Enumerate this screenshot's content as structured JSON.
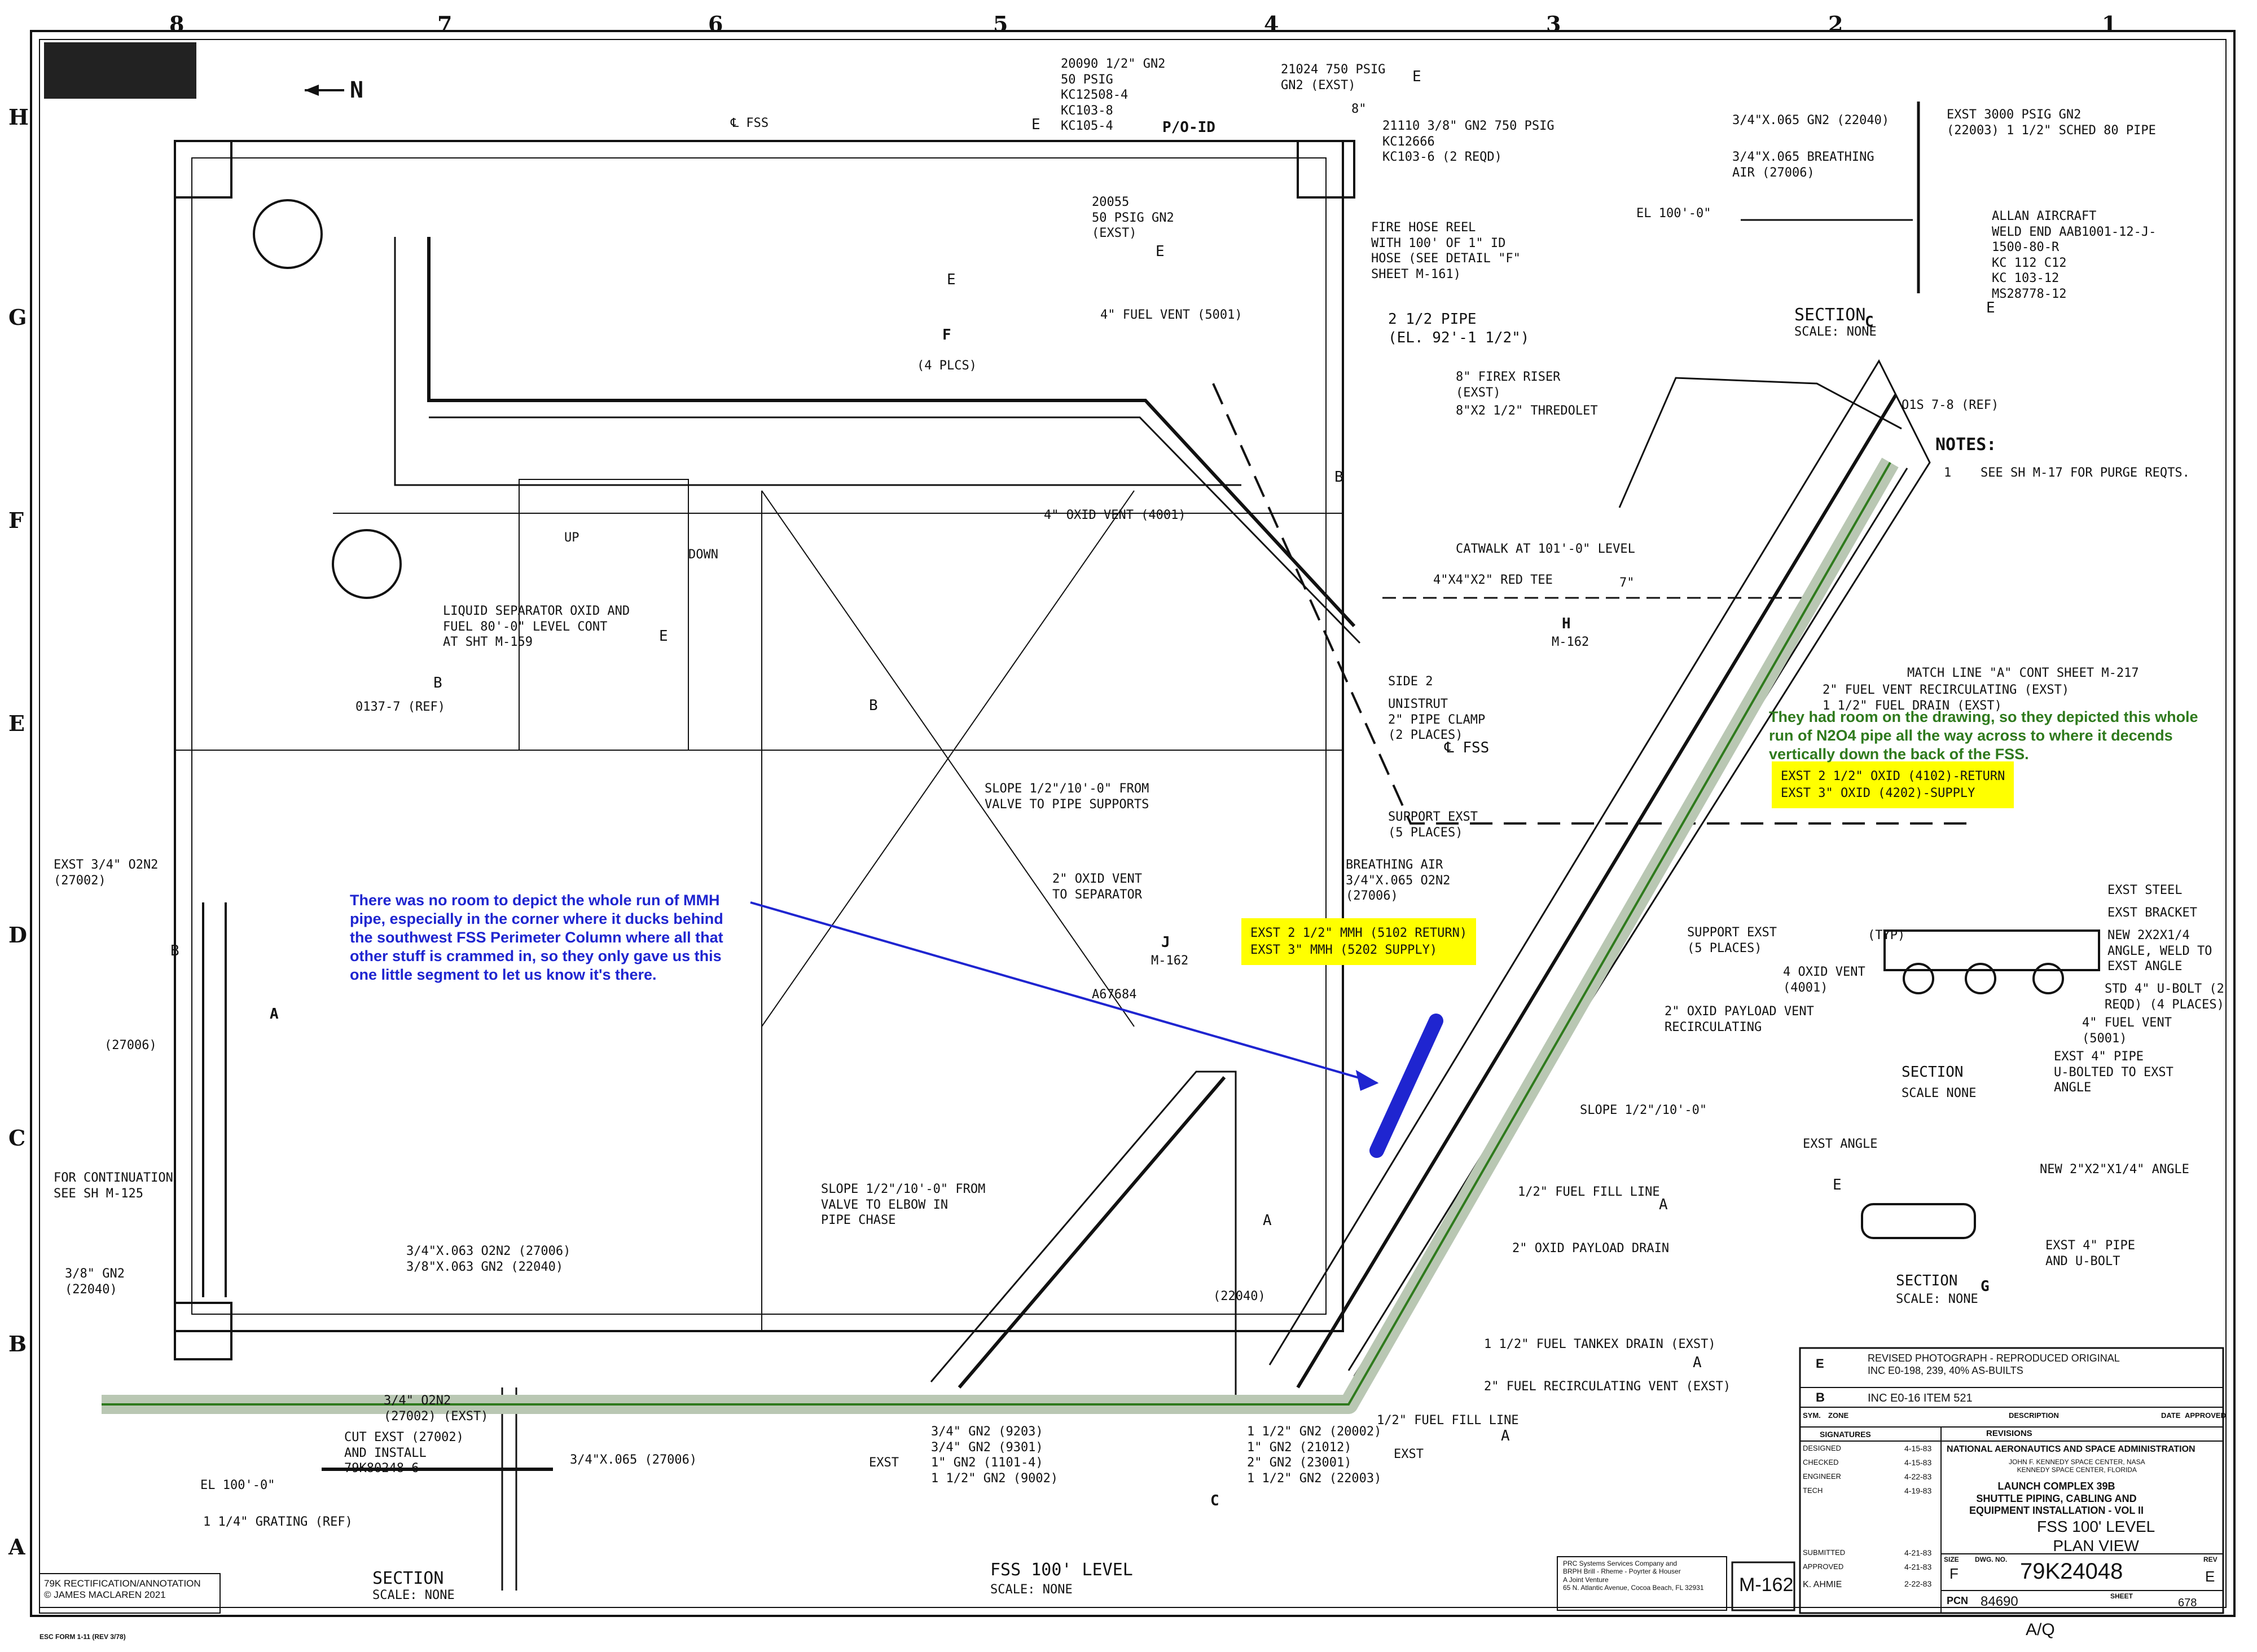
{
  "margin_marks": {
    "columns": [
      "8",
      "7",
      "6",
      "5",
      "4",
      "3",
      "2",
      "1"
    ],
    "rows": [
      "H",
      "G",
      "F",
      "E",
      "D",
      "C",
      "B",
      "A"
    ]
  },
  "north_label": "N",
  "notes_heading": "NOTES:",
  "note_1": "SEE SH M-17 FOR PURGE REQTS.",
  "note_1_marker": "1",
  "yellow_box_mmh": "EXST 2 1/2\" MMH (5102 RETURN)\nEXST 3\" MMH (5202 SUPPLY)",
  "yellow_box_oxid": "EXST 2 1/2\" OXID (4102)-RETURN\nEXST 3\" OXID (4202)-SUPPLY",
  "annotation_blue": "There was no room to depict the whole run of MMH pipe, especially in the corner where it ducks behind the southwest FSS Perimeter Column where all that other stuff is crammed in, so they only gave us this one little segment to let us know it's there.",
  "annotation_green": "They had room on the drawing, so they depicted this whole run of N2O4 pipe all the way across to where it decends vertically down the back of the FSS.",
  "labels": {
    "fss_cl_top": "℄ FSS",
    "fss_cl_mid": "℄ FSS",
    "fuel_vent": "4\" FUEL VENT (5001)",
    "oxid_vent": "4\" OXID VENT (4001)",
    "pipe_2_half": "2 1/2 PIPE\n(EL. 92'-1 1/2\")",
    "firex_riser": "8\" FIREX RISER\n(EXST)",
    "thredolet": "8\"x2 1/2\" THREDOLET",
    "fire_hose": "FIRE HOSE REEL\nWITH 100' OF 1\" ID\nHOSE (SEE DETAIL \"F\"\nSHEET M-161)",
    "gn2_20090": "20090 1/2\" GN2\n50 PSIG\nKC12508-4\nKC103-8\nKC105-4",
    "gn2_21024": "21024 750 PSIG\nGN2 (EXST)",
    "gn2_21110": "21110 3/8\" GN2 750 PSIG\nKC12666\nKC103-6 (2 REQD)",
    "gn2_20055": "20055\n50 PSIG GN2\n(EXST)",
    "p_o_id": "P/O-ID",
    "catwalk": "CATWALK AT 101'-0\" LEVEL",
    "red_tee": "4\"x4\"x2\" RED TEE",
    "liquid_sep": "LIQUID SEPARATOR OXID AND\nFUEL 80'-0\" LEVEL CONT\nAT SHT M-159",
    "ref_0137": "0137-7 (REF)",
    "side_2": "SIDE 2",
    "unistrut": "UNISTRUT\n2\" PIPE CLAMP\n(2 PLACES)",
    "slope_valve": "SLOPE 1/2\"/10'-0\" FROM\nVALVE TO PIPE SUPPORTS",
    "oxid_vent_sep": "2\" OXID VENT\nTO SEPARATOR",
    "support_exst_5": "SUPPORT EXST\n(5 PLACES)",
    "breathing_air": "BREATHING AIR\n3/4\"x.065 O2N2\n(27006)",
    "support_exst_right": "SUPPORT EXST\n(5 PLACES)",
    "oxid_payload_vent": "2\" OXID PAYLOAD VENT\nRECIRCULATING",
    "slope_right": "SLOPE 1/2\"/10'-0\"",
    "fuel_fill_line": "1/2\" FUEL FILL LINE",
    "oxid_payload_drain": "2\" OXID PAYLOAD DRAIN",
    "fuel_tankex_drain": "1 1/2\" FUEL TANKEX DRAIN (EXST)",
    "fuel_recirc_vent": "2\" FUEL RECIRCULATING VENT (EXST)",
    "fuel_fill_line_2": "1/2\" FUEL FILL LINE",
    "match_line": "MATCH LINE \"A\" CONT SHEET M-217",
    "fuel_vent_recirc": "2\" FUEL VENT RECIRCULATING (EXST)\n1 1/2\" FUEL DRAIN (EXST)",
    "o1s_7_8": "O1S 7-8 (REF)",
    "a67684": "A67684",
    "slope_chase": "SLOPE 1/2\"/10'-0\" FROM\nVALVE TO ELBOW IN\nPIPE CHASE",
    "gn2_20040": "(22040)",
    "exst_left_list": "3/4\" GN2 (9203)\n3/4\" GN2 (9301)\n1\" GN2 (1101-4)\n1 1/2\" GN2 (9002)",
    "exst_right_list": "1 1/2\" GN2 (20002)\n1\" GN2 (21012)\n2\" GN2 (23001)\n1 1/2\" GN2 (22003)",
    "exst": "EXST",
    "exst_2": "EXST",
    "exst_o2n2": "EXST 3/4\" O2N2\n(27002)",
    "n27006": "(27006)",
    "continuation": "FOR CONTINUATION\nSEE SH M-125",
    "gn2_22040_left": "3/8\" GN2\n(22040)",
    "o2n2_bottom": "3/4\"x.063 O2N2 (27006)\n3/8\"x.063 GN2 (22040)",
    "cut_exst": "CUT EXST (27002)\nAND INSTALL\n79K80248-6",
    "o2n2_exst": "3/4\" O2N2\n(27002) (EXST)",
    "sect_a_065": "3/4\"x.065 (27006)",
    "el_100": "EL 100'-0\"",
    "grating": "1 1/4\" GRATING (REF)",
    "section_a": "SECTION",
    "section_a_scale": "SCALE: NONE",
    "fss_100_title": "FSS 100' LEVEL",
    "fss_100_scale": "SCALE: NONE",
    "section_c": "SECTION",
    "section_c_scale": "SCALE: NONE",
    "gn2_22040_top": "3/4\"x.065 GN2 (22040)",
    "breathing_27006": "3/4\"x.065 BREATHING\nAIR (27006)",
    "exst_3000": "EXST 3000 PSIG GN2\n(22003) 1 1/2\" SCHED 80 PIPE",
    "el_100_top": "EL 100'-0\"",
    "allan": "ALLAN AIRCRAFT\nWELD END AAB1001-12-J-\n1500-80-R\nKC 112 C12\nKC 103-12\nMS28778-12",
    "exst_steel": "EXST STEEL",
    "exst_bracket": "EXST BRACKET",
    "new_angle": "NEW 2x2x1/4\nANGLE, WELD TO\nEXST ANGLE",
    "ubolt": "STD 4\" U-BOLT (2\nREQD) (4 PLACES)",
    "fuel_vent_5001": "4\" FUEL VENT\n(5001)",
    "oxid_vent_4001": "4 OXID VENT\n(4001)",
    "exst_4_pipe": "EXST 4\" PIPE\nU-BOLTED TO EXST\nANGLE",
    "section_f": "SECTION",
    "section_f_scale": "SCALE NONE",
    "exst_angle": "EXST ANGLE",
    "new_2x2": "NEW 2\"x2\"x1/4\" ANGLE",
    "exst_4_pipe_2": "EXST 4\" PIPE\nAND U-BOLT",
    "section_g": "SECTION",
    "section_g_scale": "SCALE: NONE",
    "typ": "(TYP)",
    "four_plcs": "(4 PLCS)",
    "up": "UP",
    "down": "DOWN",
    "dim_8": "8\"",
    "dim_7": "7\""
  },
  "callouts": {
    "f_letter": "F",
    "a_letter": "A",
    "c_letter": "C",
    "g_letter": "G",
    "h_letter": "H",
    "h_sheet": "M-162",
    "j_letter": "J",
    "j_sheet": "M-162",
    "c_right": "C"
  },
  "rev_markers": [
    "E",
    "E",
    "E",
    "E",
    "E",
    "E",
    "B",
    "B",
    "A",
    "A",
    "A",
    "A",
    "E",
    "B",
    "B"
  ],
  "title_block": {
    "rev_e": "E",
    "rev_e_text": "REVISED PHOTOGRAPH - REPRODUCED ORIGINAL\nINC E0-198, 239, 40% AS-BUILTS",
    "rev_b": "B",
    "rev_b_text": "INC E0-16 ITEM 521",
    "sym": "SYM.",
    "zone": "ZONE",
    "description": "DESCRIPTION",
    "date": "DATE",
    "approved": "APPROVED",
    "revisions": "REVISIONS",
    "signatures": "SIGNATURES",
    "agency": "NATIONAL AERONAUTICS AND SPACE ADMINISTRATION",
    "center": "JOHN F. KENNEDY SPACE CENTER, NASA\nKENNEDY SPACE CENTER, FLORIDA",
    "project": "LAUNCH COMPLEX 39B\nSHUTTLE PIPING, CABLING AND\nEQUIPMENT INSTALLATION - VOL II",
    "title": "FSS 100' LEVEL\nPLAN VIEW",
    "sig_rows": [
      "DESIGNED",
      "CHECKED",
      "ENGINEER",
      "TECH",
      "SUBMITTED",
      "APPROVED",
      "K. AHMIE"
    ],
    "sig_dates": [
      "4-15-83",
      "4-15-83",
      "4-22-83",
      "4-19-83",
      "4-21-83",
      "4-21-83",
      "2-22-83"
    ],
    "size": "SIZE",
    "size_val": "F",
    "dwg_no_label": "DWG. NO.",
    "dwg_no": "79K24048",
    "rev_label": "REV",
    "rev_val": "E",
    "pcn_label": "PCN",
    "pcn_val": "84690",
    "sheet_label": "SHEET",
    "sheet_val": "678",
    "sheet_number": "M-162",
    "contractor": "PRC Systems Services Company and\nBRPH Brill - Rheme - Poyrter & Houser\nA Joint Venture\n65 N. Atlantic Avenue, Cocoa Beach, FL 32931"
  },
  "rectification": "79K RECTIFICATION/ANNOTATION\n© JAMES MACLAREN 2021",
  "form_id": "ESC FORM 1-11 (REV 3/78)",
  "corner_page": "A/Q",
  "colors": {
    "blue_annotation": "#1f25d0",
    "green_annotation": "#2f7a1d",
    "green_pipe_fill": "#b9c7b3",
    "yellow_highlight": "#ffff00"
  }
}
